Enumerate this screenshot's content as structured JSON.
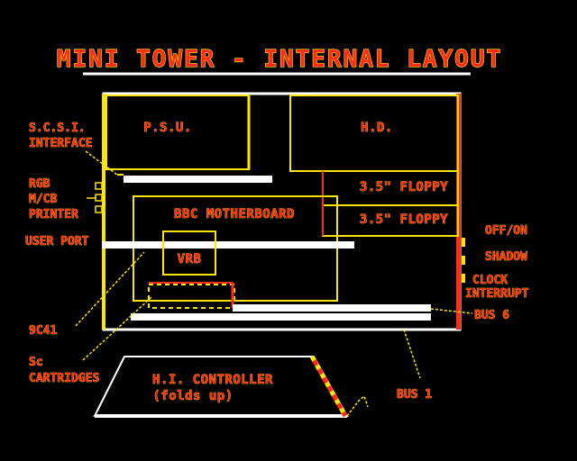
{
  "title": "MINI TOWER - INTERNAL LAYOUT",
  "labels": {
    "psu": "P.S.U.",
    "hd": "H.D.",
    "floppy1": "3.5\" FLOPPY",
    "floppy2": "3.5\" FLOPPY",
    "motherboard": "BBC MOTHERBOARD",
    "vrb": "VRB",
    "scsi_1": "S.C.S.I.",
    "scsi_2": "INTERFACE",
    "rgb_1": "RGB",
    "rgb_2": "M/CB",
    "rgb_3": "PRINTER",
    "user_port": "USER PORT",
    "chip": "9C41",
    "cart_1": "Sc",
    "cart_2": "CARTRIDGES",
    "hi_1": "H.I. CONTROLLER",
    "hi_2": "(folds up)",
    "off_on": "OFF/ON",
    "shadow": "SHADOW",
    "clock_1": "CLOCK",
    "clock_2": "INTERRUPT",
    "bus6": "BUS 6",
    "bus1": "BUS 1"
  },
  "colors": {
    "background": "#000000",
    "red": "#ff2a1a",
    "yellow": "#ffe600",
    "white": "#ffffff"
  }
}
